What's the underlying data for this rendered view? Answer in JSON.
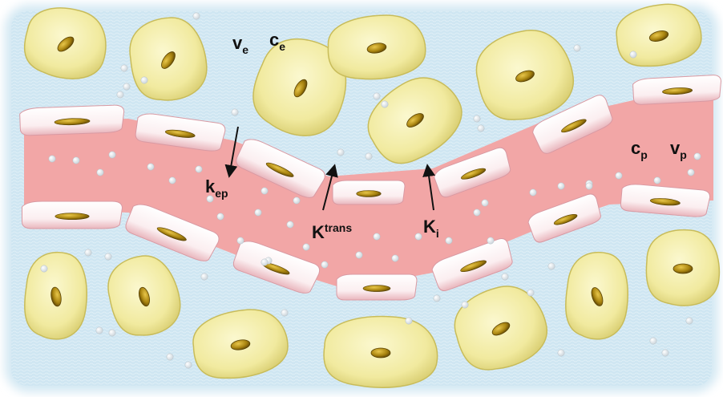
{
  "labels": {
    "ve_main": "v",
    "ve_sub": "e",
    "ce_main": "c",
    "ce_sub": "e",
    "cp_main": "c",
    "cp_sub": "p",
    "vp_main": "v",
    "vp_sub": "p",
    "kep_main": "k",
    "kep_sub": "ep",
    "ktrans_main": "K",
    "ktrans_sup": "trans",
    "ki_main": "K",
    "ki_sub": "i"
  },
  "colors": {
    "interstitium": "#cfe6f2",
    "plasma": "#f2a6a6",
    "tissue_cell_fill": "#f3eeaa",
    "tissue_cell_edge": "#b8ae55",
    "nucleus": "#9a7a10",
    "endothelial_fill": "#ffffff",
    "endothelial_shade": "#f0c4c8",
    "endothelial_nucleus": "#9a7a10",
    "particle": "#ffffff",
    "arrow": "#111111"
  },
  "icons": {
    "tissue_cell": "tissue-cell-icon",
    "endothelial_cell": "endothelial-cell-icon",
    "tracer_particle": "tracer-particle-icon"
  }
}
